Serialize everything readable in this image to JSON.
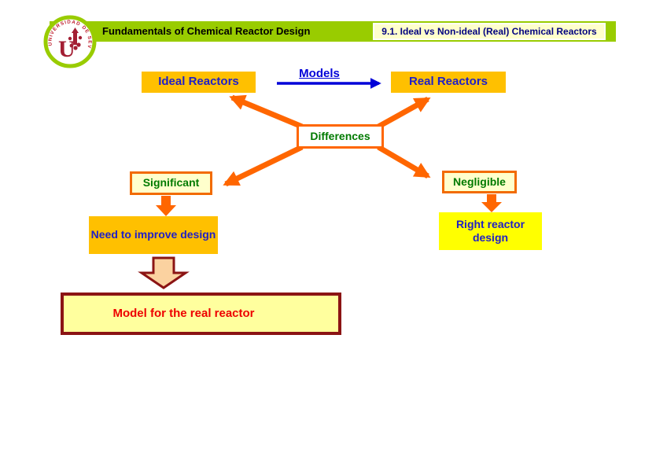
{
  "header": {
    "course_title": "Fundamentals of Chemical Reactor Design",
    "section_title": "9.1. Ideal vs Non-ideal (Real) Chemical Reactors",
    "logo_ring_text": "UNIVERSIDAD DE SEVILLA",
    "logo_letter": "U"
  },
  "diagram": {
    "ideal_reactors": "Ideal Reactors",
    "models_label": "Models",
    "real_reactors": "Real Reactors",
    "differences": "Differences",
    "significant": "Significant",
    "negligible": "Negligible",
    "need_to_improve": "Need to improve design",
    "right_reactor": "Right reactor design",
    "model_real_reactor": "Model for the real reactor"
  },
  "colors": {
    "header_green": "#99CC00",
    "header_box_fill": "#FFFFCC",
    "gold_box": "#FFC000",
    "light_yellow_box": "#FFFFCC",
    "bright_yellow_box": "#FFFF00",
    "model_box_fill": "#FFFF9E",
    "orange_arrow": "#FF6600",
    "blue_arrow": "#0000D8",
    "blue_text": "#1F1FC8",
    "green_text": "#007A00",
    "navy_text": "#000080",
    "red_text": "#EE0000",
    "dark_red_border": "#8B1414",
    "peach_arrow_fill": "#FBD2A0",
    "logo_red": "#A31F34"
  }
}
